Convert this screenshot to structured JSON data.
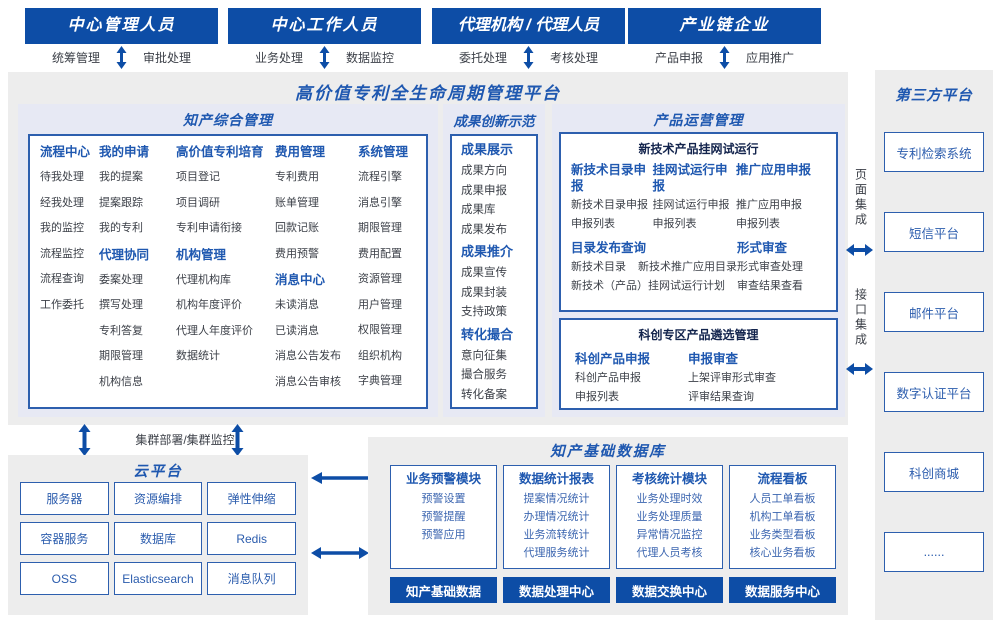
{
  "colors": {
    "deep_blue": "#0d4da6",
    "header_blue": "#1f58b0",
    "border_blue": "#2d5fae",
    "item_gray": "#3c4048",
    "item_blue": "#3c66b0",
    "panel_gray": "#ededed",
    "panel_lavender": "#e7e9f4"
  },
  "icons": {
    "updown_arrow": "↕",
    "leftright_arrow": "↔",
    "left_arrow": "←"
  },
  "top_roles": [
    {
      "title": "中心管理人员",
      "left_label": "统筹管理",
      "right_label": "审批处理"
    },
    {
      "title": "中心工作人员",
      "left_label": "业务处理",
      "right_label": "数据监控"
    },
    {
      "title": "代理机构 / 代理人员",
      "left_label": "委托处理",
      "right_label": "考核处理"
    },
    {
      "title": "产业链企业",
      "left_label": "产品申报",
      "right_label": "应用推广"
    }
  ],
  "platform": {
    "title": "高价值专利全生命周期管理平台",
    "ip_mgmt": {
      "title": "知产综合管理",
      "columns": [
        {
          "groups": [
            {
              "title": "流程中心",
              "items": [
                "待我处理",
                "经我处理",
                "我的监控",
                "流程监控",
                "流程查询",
                "工作委托"
              ]
            }
          ]
        },
        {
          "groups": [
            {
              "title": "我的申请",
              "items": [
                "我的提案",
                "提案跟踪",
                "我的专利"
              ]
            },
            {
              "title": "代理协同",
              "items": [
                "委案处理",
                "撰写处理",
                "专利答复",
                "期限管理",
                "机构信息"
              ]
            }
          ]
        },
        {
          "groups": [
            {
              "title": "高价值专利培育",
              "items": [
                "项目登记",
                "项目调研",
                "专利申请衔接"
              ]
            },
            {
              "title": "机构管理",
              "items": [
                "代理机构库",
                "机构年度评价",
                "代理人年度评价",
                "数据统计"
              ]
            }
          ]
        },
        {
          "groups": [
            {
              "title": "费用管理",
              "items": [
                "专利费用",
                "账单管理",
                "回款记账",
                "费用预警"
              ]
            },
            {
              "title": "消息中心",
              "items": [
                "未读消息",
                "已读消息",
                "消息公告发布",
                "消息公告审核"
              ]
            }
          ]
        },
        {
          "groups": [
            {
              "title": "系统管理",
              "items": [
                "流程引擎",
                "消息引擎",
                "期限管理",
                "费用配置",
                "资源管理",
                "用户管理",
                "权限管理",
                "组织机构",
                "字典管理"
              ]
            }
          ]
        }
      ]
    },
    "achievement": {
      "title": "成果创新示范",
      "groups": [
        {
          "title": "成果展示",
          "items": [
            "成果方向",
            "成果申报",
            "成果库",
            "成果发布"
          ]
        },
        {
          "title": "成果推介",
          "items": [
            "成果宣传",
            "成果封装",
            "支持政策"
          ]
        },
        {
          "title": "转化撮合",
          "items": [
            "意向征集",
            "撮合服务",
            "转化备案"
          ]
        }
      ]
    },
    "product_ops": {
      "title": "产品运营管理",
      "trial": {
        "title": "新技术产品挂网试运行",
        "columns": [
          {
            "title": "新技术目录申报",
            "items": [
              "新技术目录申报",
              "申报列表"
            ]
          },
          {
            "title": "挂网试运行申报",
            "items": [
              "挂网试运行申报",
              "申报列表"
            ]
          },
          {
            "title": "推广应用申报",
            "items": [
              "推广应用申报",
              "申报列表"
            ]
          }
        ],
        "catalog": {
          "title": "目录发布查询",
          "row1_a": "新技术目录",
          "row1_b": "新技术推广应用目录",
          "row2": "新技术（产品）挂网试运行计划"
        },
        "review": {
          "title": "形式审查",
          "items": [
            "形式审查处理",
            "审查结果查看"
          ]
        }
      },
      "selection": {
        "title": "科创专区产品遴选管理",
        "columns": [
          {
            "title": "科创产品申报",
            "items": [
              "科创产品申报",
              "申报列表"
            ]
          },
          {
            "title": "申报审查",
            "items": [
              "上架评审形式审查",
              "评审结果查询"
            ]
          }
        ]
      }
    }
  },
  "integration": {
    "page": "页面集成",
    "api": "接口集成"
  },
  "third_party": {
    "title": "第三方平台",
    "items": [
      "专利检索系统",
      "短信平台",
      "邮件平台",
      "数字认证平台",
      "科创商城",
      "......"
    ]
  },
  "cluster_label": "集群部署/集群监控",
  "cloud": {
    "title": "云平台",
    "items": [
      "服务器",
      "资源编排",
      "弹性伸缩",
      "容器服务",
      "数据库",
      "Redis",
      "OSS",
      "Elasticsearch",
      "消息队列"
    ]
  },
  "data_base": {
    "title": "知产基础数据库",
    "modules": [
      {
        "title": "业务预警模块",
        "items": [
          "预警设置",
          "预警提醒",
          "预警应用"
        ]
      },
      {
        "title": "数据统计报表",
        "items": [
          "提案情况统计",
          "办理情况统计",
          "业务流转统计",
          "代理服务统计"
        ]
      },
      {
        "title": "考核统计模块",
        "items": [
          "业务处理时效",
          "业务处理质量",
          "异常情况监控",
          "代理人员考核"
        ]
      },
      {
        "title": "流程看板",
        "items": [
          "人员工单看板",
          "机构工单看板",
          "业务类型看板",
          "核心业务看板"
        ]
      }
    ],
    "centers": [
      "知产基础数据",
      "数据处理中心",
      "数据交换中心",
      "数据服务中心"
    ]
  }
}
